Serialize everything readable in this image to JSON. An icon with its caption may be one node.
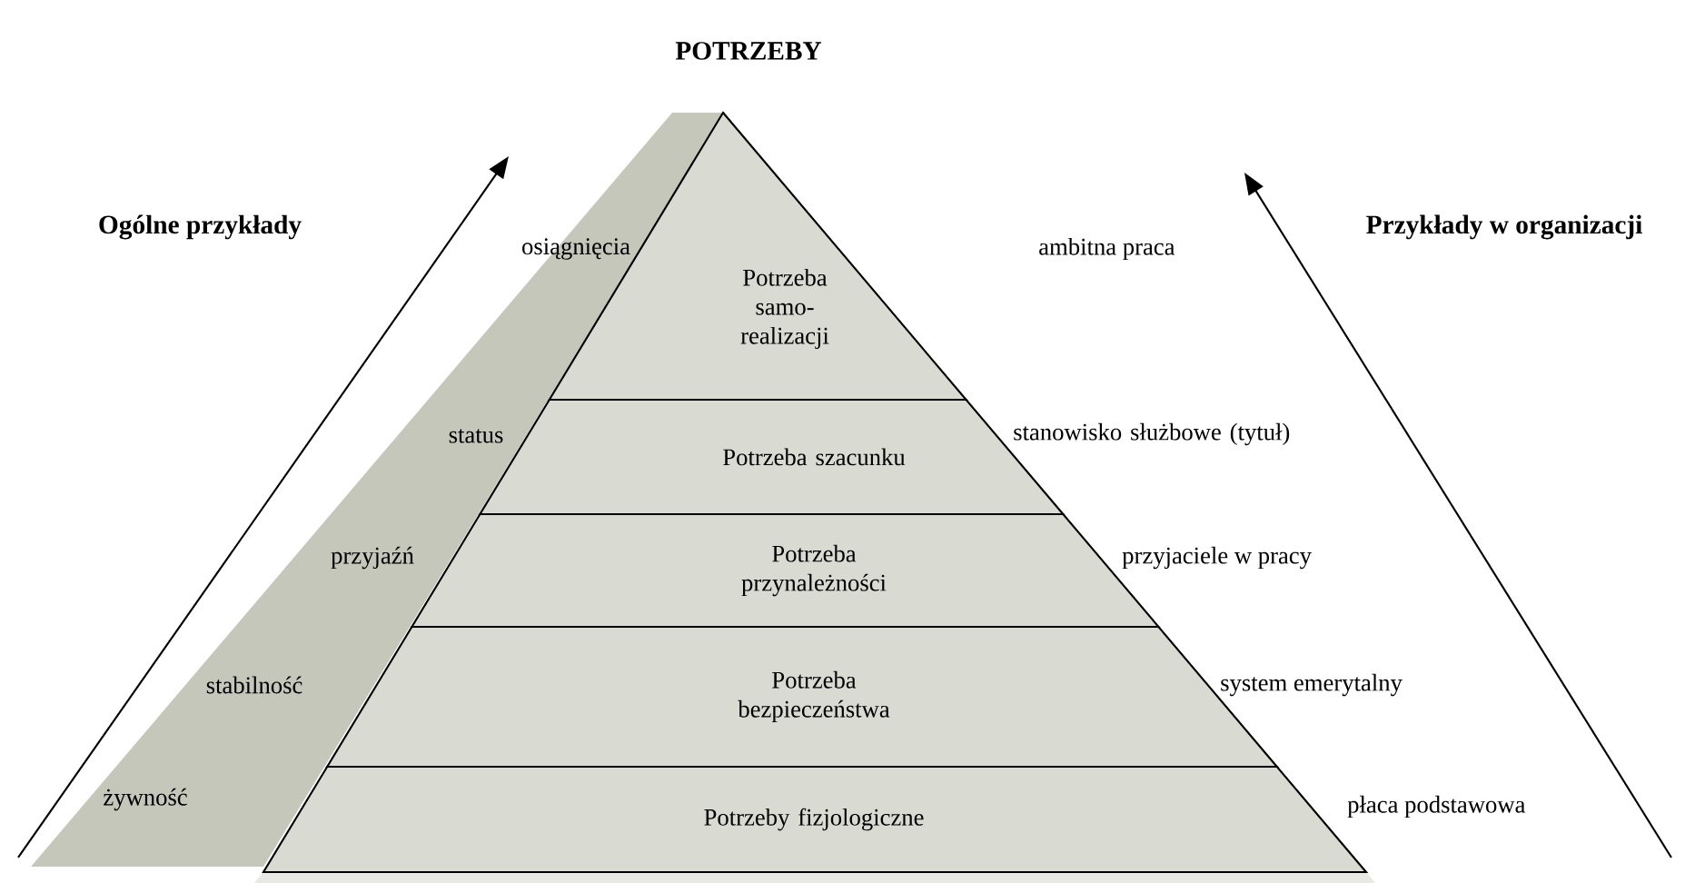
{
  "diagram": {
    "title": "POTRZEBY",
    "nodes": [
      {
        "text": [
          "Potrzeba samo-realizacji"
        ]
      },
      {
        "text": [
          "Potrzeba szacunku"
        ]
      },
      {
        "text": [
          "Potrzeba przynależności"
        ]
      },
      {
        "text": [
          "Potrzeba bezpieczeństwa"
        ]
      },
      {
        "text": [
          "Potrzeby fizjologiczne"
        ]
      }
    ],
    "edges": [],
    "labels": [
      "Ogólne przykłady",
      "osiągnięcia",
      "ambitna praca",
      "Przykłady w organizacji",
      "status",
      "stanowisko służbowe (tytuł)",
      "przyjaźń",
      "przyjaciele w pracy",
      "stabilność",
      "system emerytalny",
      "żywność",
      "płaca podstawowa"
    ]
  }
}
